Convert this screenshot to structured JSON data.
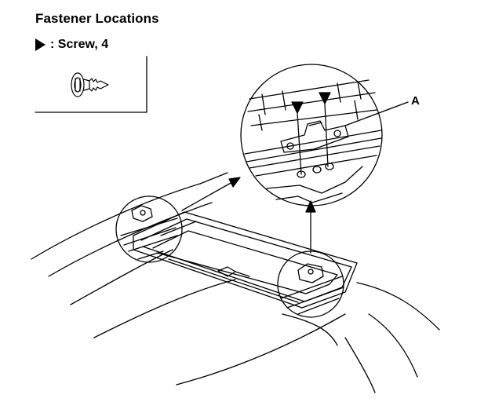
{
  "title": "Fastener Locations",
  "legend": {
    "symbol": "triangle-pointer-icon",
    "label": ": Screw, 4"
  },
  "callouts": {
    "a": "A"
  },
  "colors": {
    "line": "#000000",
    "background": "#ffffff"
  }
}
